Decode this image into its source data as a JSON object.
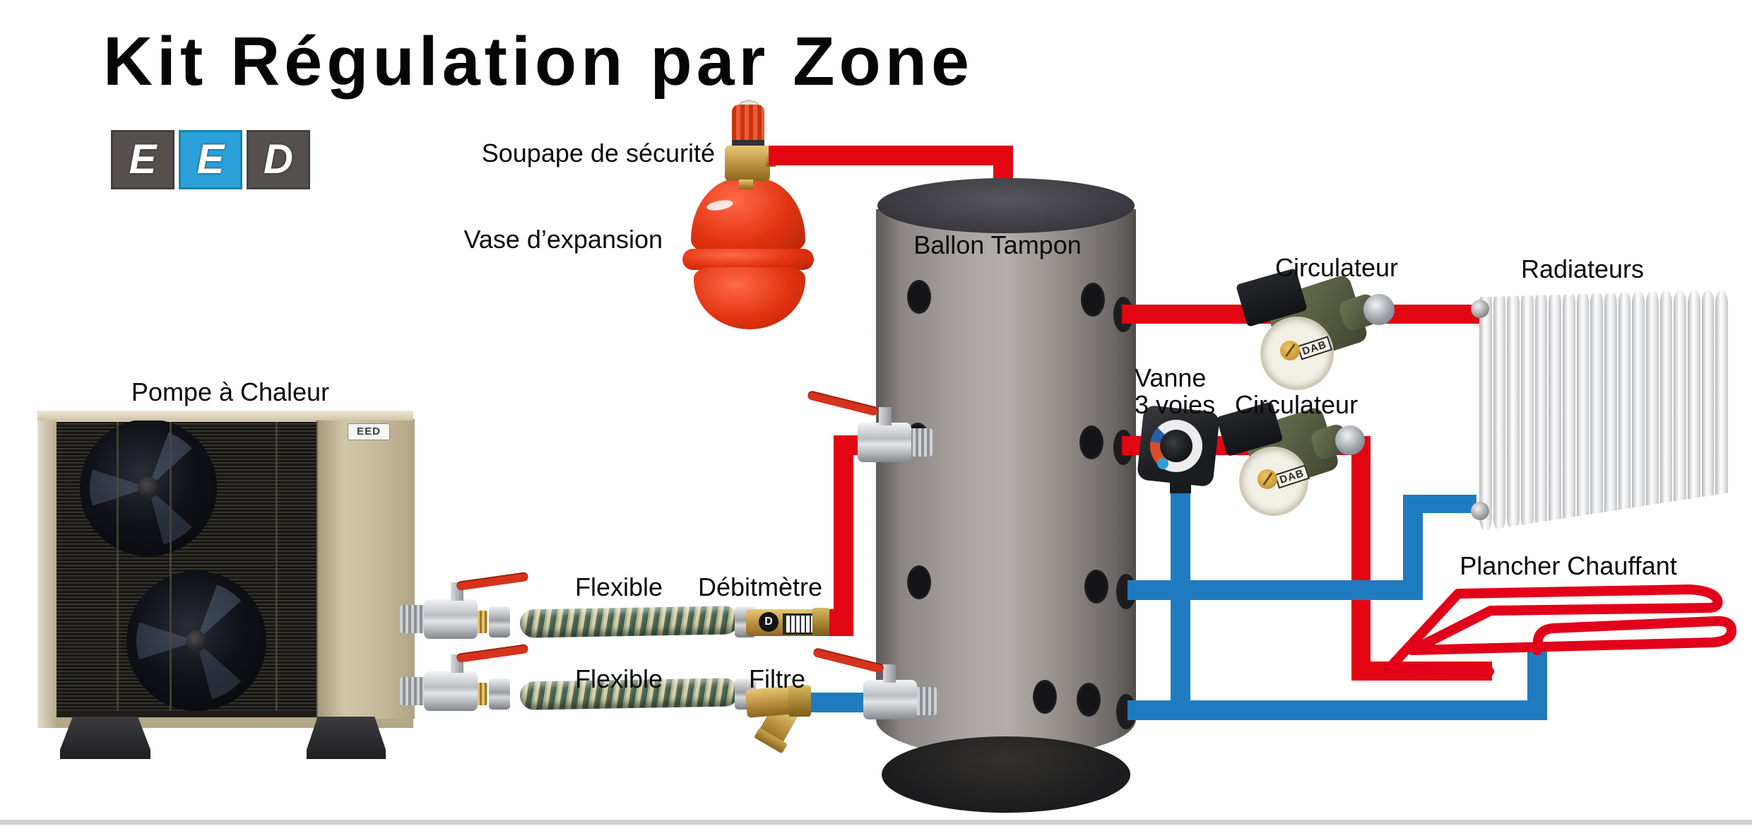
{
  "title": "Kit Régulation par Zone",
  "logo": {
    "letters": [
      "E",
      "E",
      "D"
    ]
  },
  "brand": {
    "pump": "DAB",
    "unit_badge": "EED"
  },
  "labels": {
    "safety_valve": "Soupape de sécurité",
    "expansion_vessel": "Vase d’expansion",
    "buffer_tank": "Ballon Tampon",
    "circulator_1": "Circulateur",
    "valve_line1": "Vanne",
    "valve_line2": "3 voies",
    "circulator_2": "Circulateur",
    "radiators": "Radiateurs",
    "floor_heating": "Plancher Chauffant",
    "heat_pump": "Pompe à Chaleur",
    "flexible_1": "Flexible",
    "flow_meter": "Débitmètre",
    "flexible_2": "Flexible",
    "filter": "Filtre"
  },
  "details": {
    "flow_meter_dial": "D"
  },
  "colors": {
    "hot": "#e20613",
    "cold": "#1f7bc0",
    "coil": "#e2001a",
    "handle_red": "#d6331c",
    "logo_blue": "#2ba0d9",
    "logo_gray": "#55504d"
  }
}
